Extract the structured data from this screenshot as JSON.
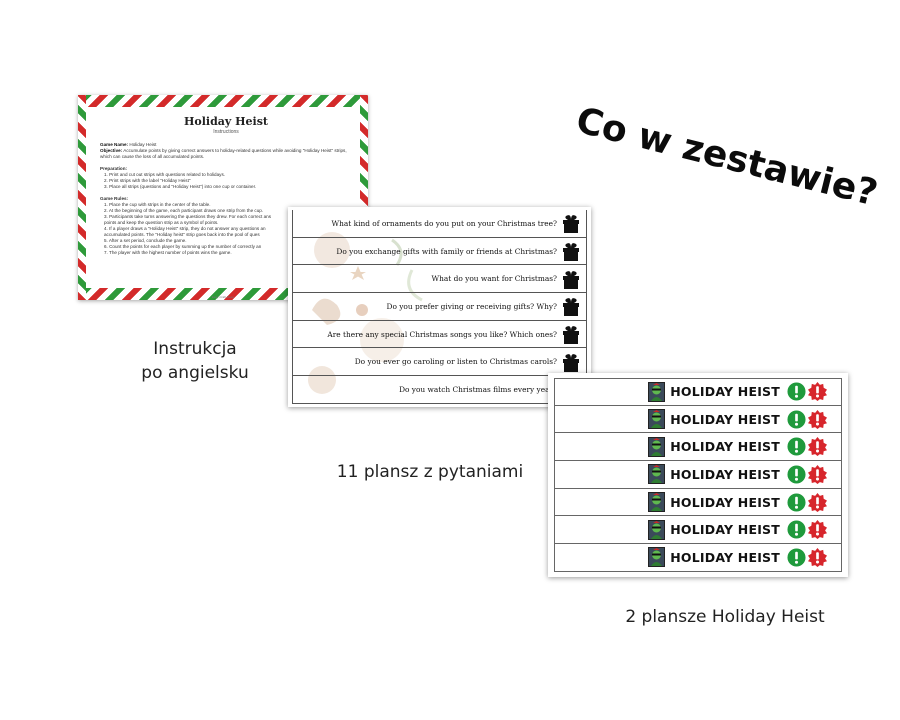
{
  "headline": "Co w zestawie?",
  "instructions_sheet": {
    "title": "Holiday Heist",
    "subtitle": "Instructions",
    "game_name_label": "Game Name:",
    "game_name": "Holiday Heist",
    "objective_label": "Objective:",
    "objective": "Accumulate points by giving correct answers to holiday-related questions while avoiding \"Holiday Heist\" strips, which can cause the loss of all accumulated points.",
    "preparation_label": "Preparation:",
    "preparation": [
      "1. Print and cut out strips with questions related to holidays.",
      "2. Print strips with the label \"Holiday Heist\"",
      "3. Place all strips (questions and \"Holiday Heist\") into one cup or container."
    ],
    "rules_label": "Game Rules:",
    "rules": [
      "1. Place the cup with strips in the center of the table.",
      "2. At the beginning of the game, each participant draws one strip from the cup.",
      "3. Participants take turns answering the questions they drew. For each correct ans",
      "points and keep the question strip as a symbol of points.",
      "4. If a player draws a \"Holiday Heist\" strip, they do not answer any questions an",
      "accumulated points. The \"Holiday heist\" strip goes back into the pool of ques",
      "5. After a set period, conclude the game.",
      "6. Count the points for each player by summing up the number of correctly an",
      "7. The player with the highest number of points wins the game."
    ],
    "footer": "Easy Craft Ideas"
  },
  "question_board": {
    "questions": [
      "What kind of ornaments do you put on your Christmas tree?",
      "Do you exchange gifts with family or friends at Christmas?",
      "What do you want for Christmas?",
      "Do you prefer giving or receiving gifts? Why?",
      "Are there any special Christmas songs you like? Which ones?",
      "Do you ever go caroling or listen to Christmas carols?",
      "Do you watch Christmas films every year?"
    ],
    "icon": "gift-icon"
  },
  "heist_board": {
    "label": "HOLIDAY HEIST",
    "rows": 7,
    "icons": [
      "robber-icon",
      "green-alert-badge",
      "red-alert-badge"
    ],
    "colors": {
      "green": "#1f9a3c",
      "red": "#d7262c"
    }
  },
  "captions": {
    "instructions_line1": "Instrukcja",
    "instructions_line2": "po angielsku",
    "questions": "11 plansz z pytaniami",
    "heist": "2 plansze Holiday Heist"
  }
}
